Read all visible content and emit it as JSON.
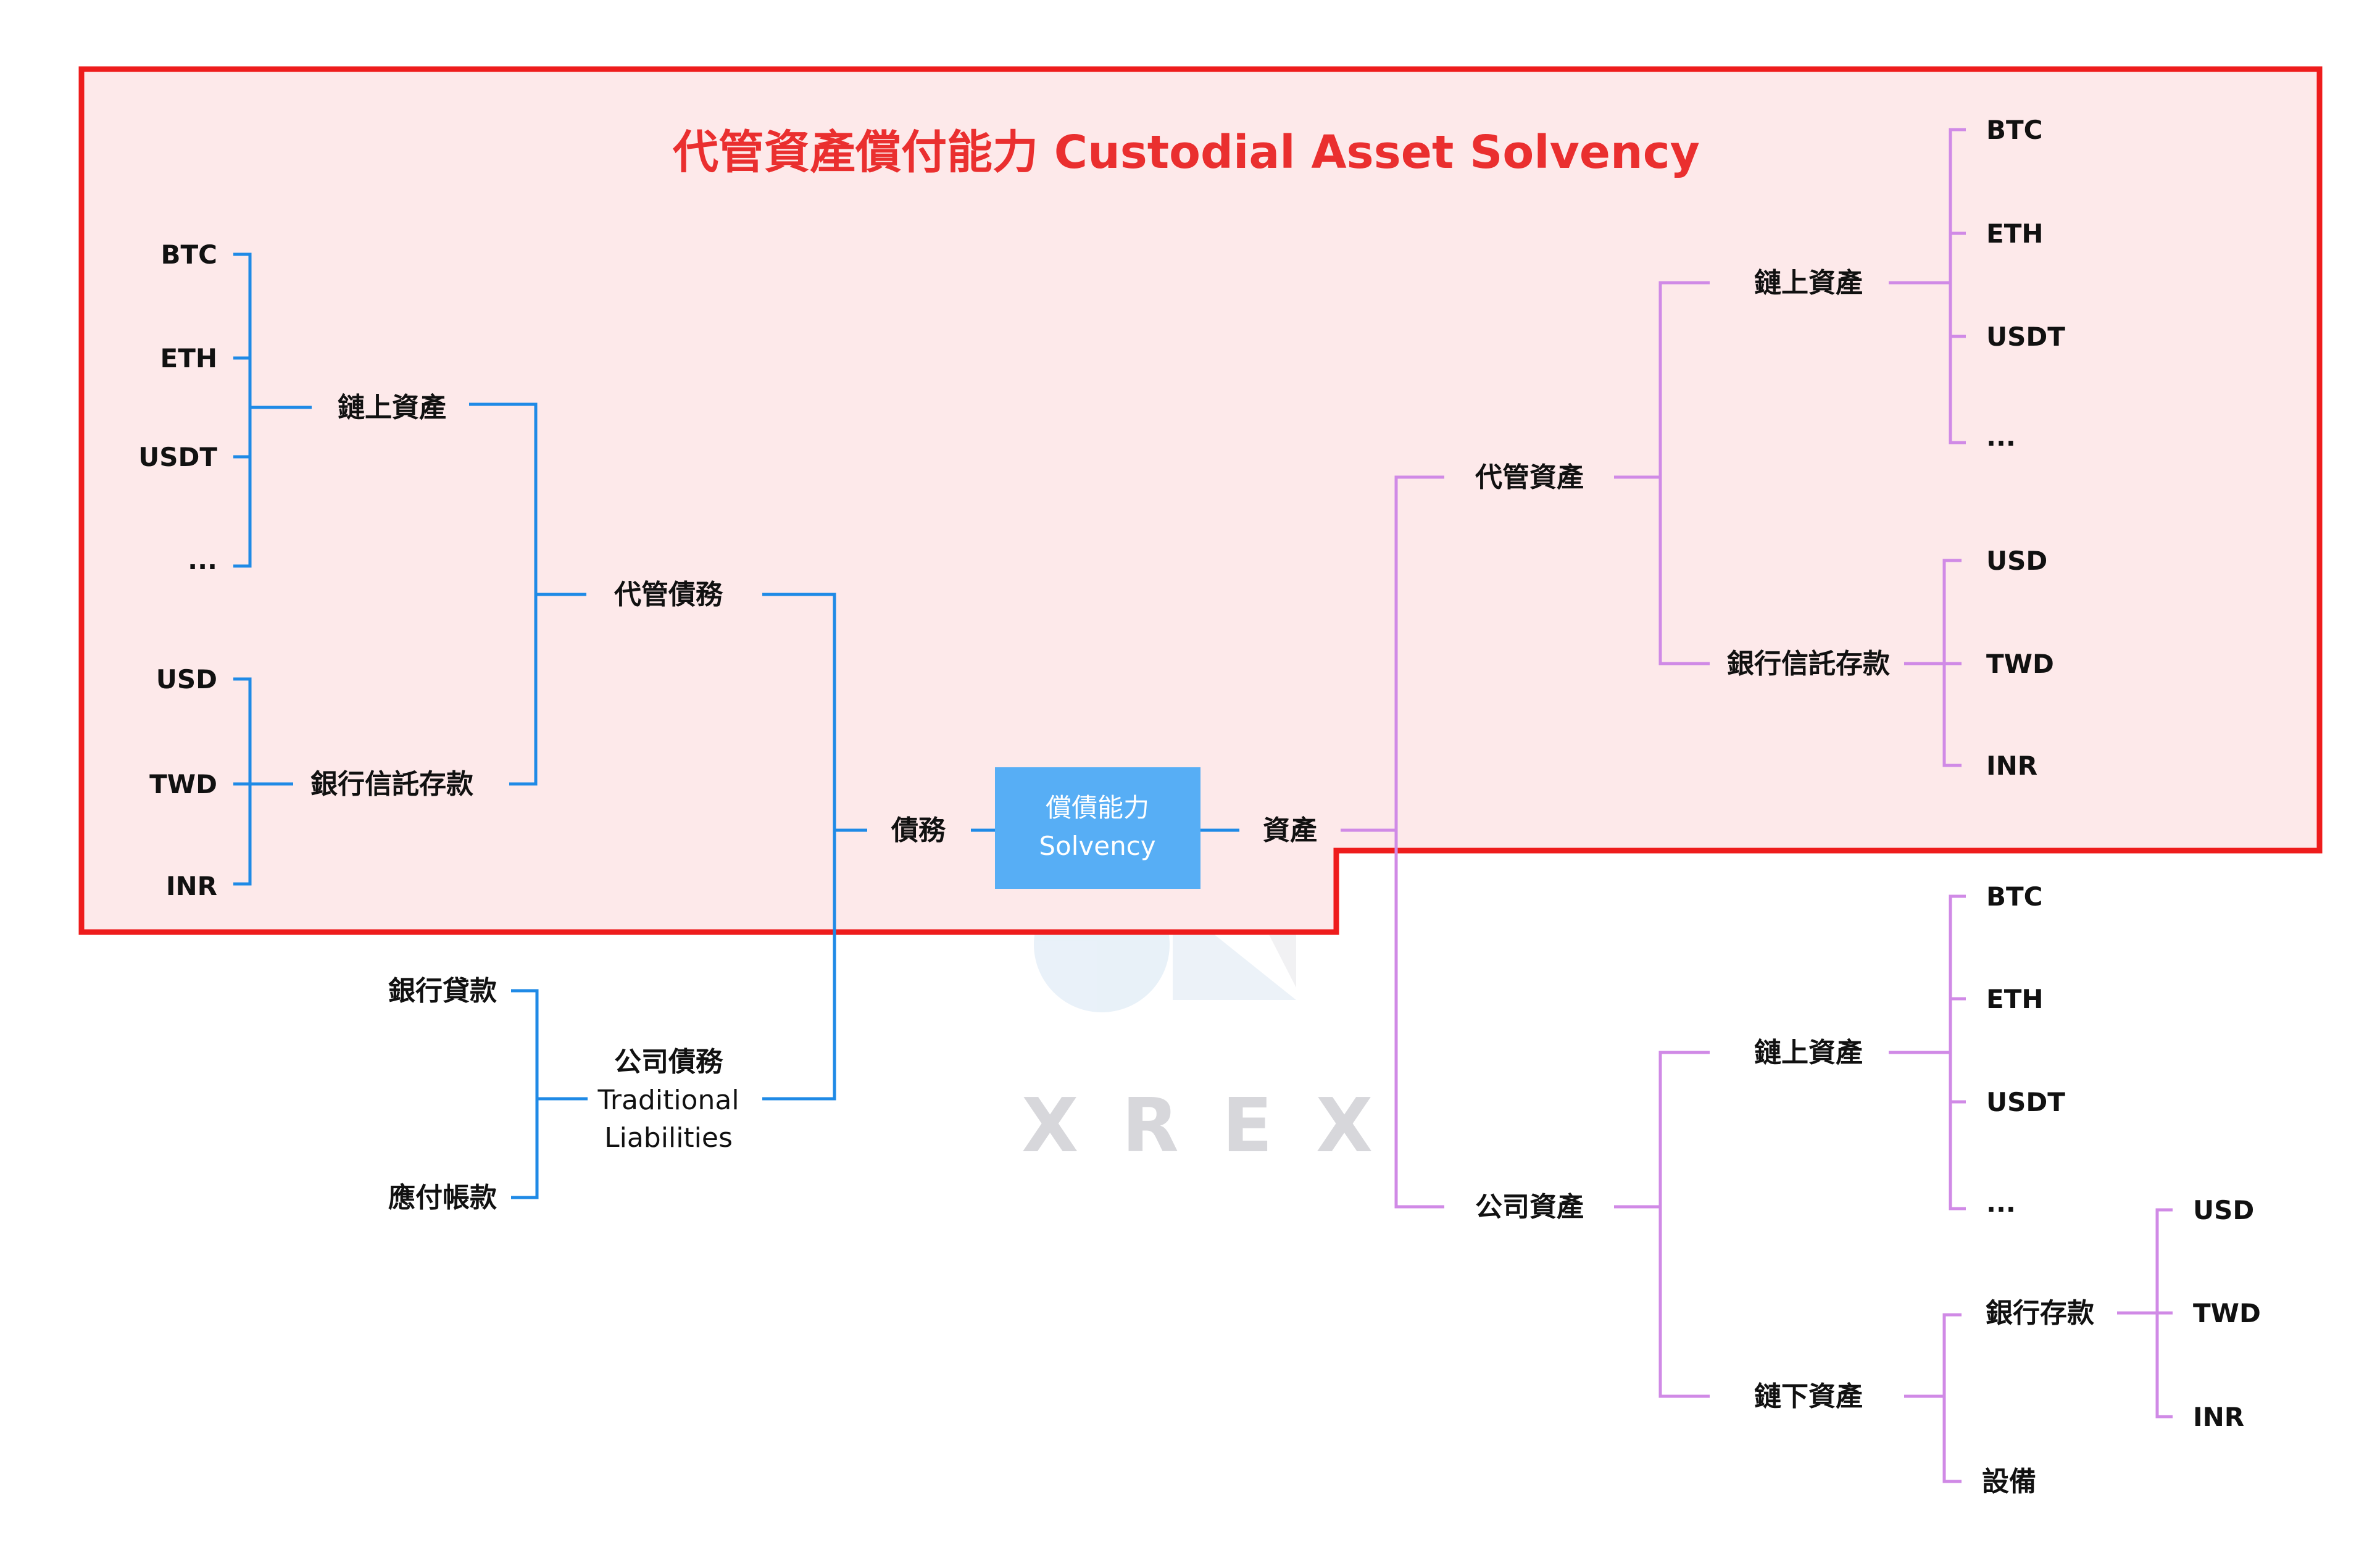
{
  "title": "代管資產償付能力 Custodial Asset Solvency",
  "center": {
    "line1": "償債能力",
    "line2": "Solvency"
  },
  "liabilities": {
    "label": "債務",
    "custodial": {
      "label": "代管債務",
      "onchain": {
        "label": "鏈上資產",
        "items": [
          "BTC",
          "ETH",
          "USDT",
          "..."
        ]
      },
      "bank_trust": {
        "label": "銀行信託存款",
        "items": [
          "USD",
          "TWD",
          "INR"
        ]
      }
    },
    "company": {
      "label_line1": "公司債務",
      "label_line2": "Traditional",
      "label_line3": "Liabilities",
      "items": [
        "銀行貸款",
        "應付帳款"
      ]
    }
  },
  "assets": {
    "label": "資產",
    "custodial": {
      "label": "代管資產",
      "onchain": {
        "label": "鏈上資產",
        "items": [
          "BTC",
          "ETH",
          "USDT",
          "..."
        ]
      },
      "bank_trust": {
        "label": "銀行信託存款",
        "items": [
          "USD",
          "TWD",
          "INR"
        ]
      }
    },
    "company": {
      "label": "公司資產",
      "onchain": {
        "label": "鏈上資產",
        "items": [
          "BTC",
          "ETH",
          "USDT",
          "..."
        ]
      },
      "offchain": {
        "label": "鏈下資產",
        "bank": {
          "label": "銀行存款",
          "items": [
            "USD",
            "TWD",
            "INR"
          ]
        },
        "equipment": "設備"
      }
    }
  },
  "watermark": "XREX",
  "colors": {
    "highlight_border": "#ee1c1c",
    "highlight_fill": "#fde9ea",
    "liability_line": "#1f8ae6",
    "asset_line": "#d08ae6",
    "center_box": "#57aef5"
  }
}
